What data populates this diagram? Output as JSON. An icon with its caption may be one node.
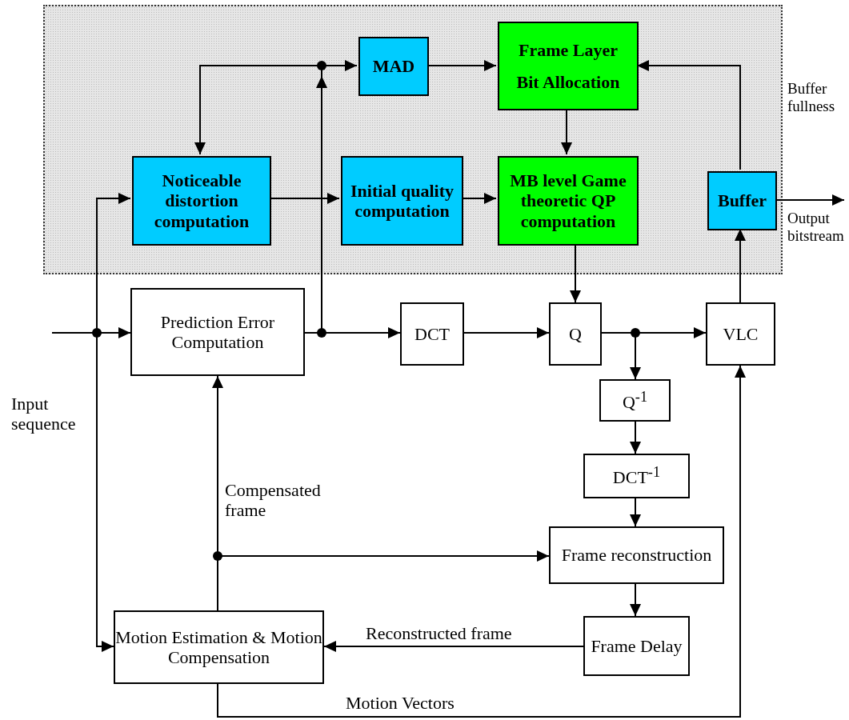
{
  "diagram": {
    "nodes": [
      {
        "text": [],
        "shape": "box"
      },
      {
        "text": [
          "MAD"
        ],
        "in": 0
      },
      {
        "text": [
          "Frame Layer",
          "Bit Allocation"
        ],
        "in": 0
      },
      {
        "text": [
          "Noticeable distortion computation"
        ],
        "in": 0
      },
      {
        "text": [
          "Initial quality computation"
        ],
        "in": 0
      },
      {
        "text": [
          "MB level Game theoretic QP computation"
        ],
        "in": 0
      },
      {
        "text": [
          "Buffer"
        ],
        "in": 0
      },
      {
        "text": [
          "Prediction Error Computation"
        ]
      },
      {
        "text": [
          "DCT"
        ]
      },
      {
        "text": [
          "Q"
        ]
      },
      {
        "text": [
          "VLC"
        ]
      },
      {
        "text": [
          "Q$^{-1}$"
        ]
      },
      {
        "text": [
          "DCT$^{-1}$"
        ]
      },
      {
        "text": [
          "Frame reconstruction"
        ]
      },
      {
        "text": [
          "Frame Delay"
        ]
      },
      {
        "text": [
          "Motion Estimation & Motion Compensation"
        ]
      }
    ],
    "edges": [
      {
        "from": null,
        "to": 7,
        "arrow": "to"
      },
      {
        "from": null,
        "to": 3,
        "arrow": "to"
      },
      {
        "from": null,
        "to": 15,
        "arrow": "to"
      },
      {
        "from": 7,
        "to": 8,
        "arrow": "to"
      },
      {
        "from": 7,
        "to": 1,
        "arrow": "to"
      },
      {
        "from": 7,
        "to": 3,
        "arrow": "to"
      },
      {
        "from": 3,
        "to": 4,
        "arrow": "to"
      },
      {
        "from": 1,
        "to": 2,
        "arrow": "to"
      },
      {
        "from": 4,
        "to": 5,
        "arrow": "to"
      },
      {
        "from": 2,
        "to": 5,
        "arrow": "to"
      },
      {
        "from": 5,
        "to": 9,
        "arrow": "to"
      },
      {
        "from": 8,
        "to": 9,
        "arrow": "to"
      },
      {
        "from": 9,
        "to": 10,
        "arrow": "to"
      },
      {
        "from": 9,
        "to": 11,
        "arrow": "to"
      },
      {
        "from": 10,
        "to": 6,
        "arrow": "to"
      },
      {
        "from": 6,
        "to": 2,
        "arrow": "to",
        "label": "Buffer fullness"
      },
      {
        "from": 6,
        "to": null,
        "arrow": "to",
        "label": "Output bitstream"
      },
      {
        "from": 11,
        "to": 12,
        "arrow": "to"
      },
      {
        "from": 12,
        "to": 13,
        "arrow": "to"
      },
      {
        "from": 13,
        "to": 14,
        "arrow": "to"
      },
      {
        "from": 14,
        "to": 15,
        "arrow": "to",
        "label": "Reconstructed frame"
      },
      {
        "from": 15,
        "to": 7,
        "arrow": "to",
        "label": "Compensated frame"
      },
      {
        "from": 15,
        "to": 13,
        "arrow": "to"
      },
      {
        "from": 15,
        "to": 10,
        "arrow": "to",
        "label": "Motion Vectors"
      }
    ],
    "labels": [
      "Input sequence"
    ]
  }
}
